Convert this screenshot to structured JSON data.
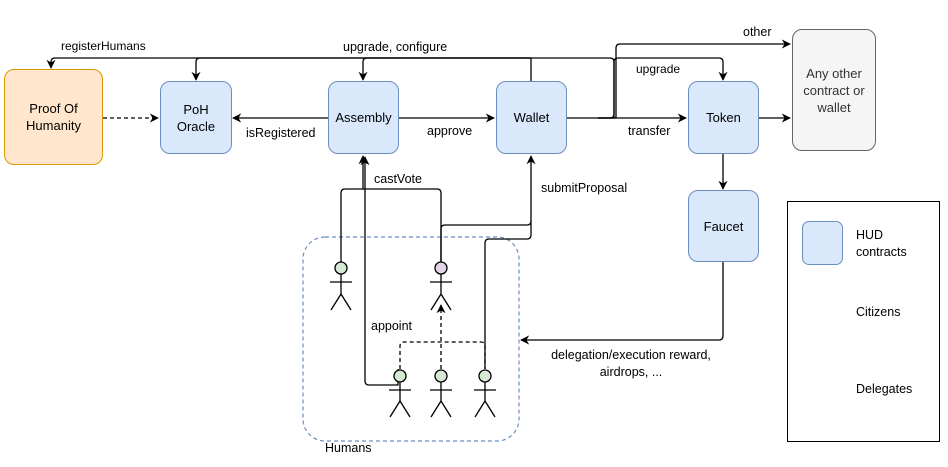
{
  "nodes": {
    "proof_of_humanity": "Proof Of\nHumanity",
    "poh_oracle": "PoH\nOracle",
    "assembly": "Assembly",
    "wallet": "Wallet",
    "token": "Token",
    "faucet": "Faucet",
    "any_other": "Any other\ncontract or\nwallet"
  },
  "edges": {
    "register_humans": "registerHumans",
    "upgrade_configure": "upgrade, configure",
    "other": "other",
    "upgrade": "upgrade",
    "is_registered": "isRegistered",
    "approve": "approve",
    "transfer": "transfer",
    "cast_vote": "castVote",
    "submit_proposal": "submitProposal",
    "appoint": "appoint",
    "delegation_reward": "delegation/execution reward,\nairdrops, ..."
  },
  "groups": {
    "humans": "Humans"
  },
  "legend": {
    "hud_contracts": "HUD\ncontracts",
    "citizens": "Citizens",
    "delegates": "Delegates"
  },
  "colors": {
    "hud_fill": "#dae8fc",
    "hud_stroke": "#6c8ebf",
    "poh_fill": "#ffe6cc",
    "poh_stroke": "#d79b00",
    "other_fill": "#f5f5f5",
    "citizen": "#d5e8d4",
    "delegate": "#e1d5e7",
    "humans_group": "#6c8ebf"
  }
}
